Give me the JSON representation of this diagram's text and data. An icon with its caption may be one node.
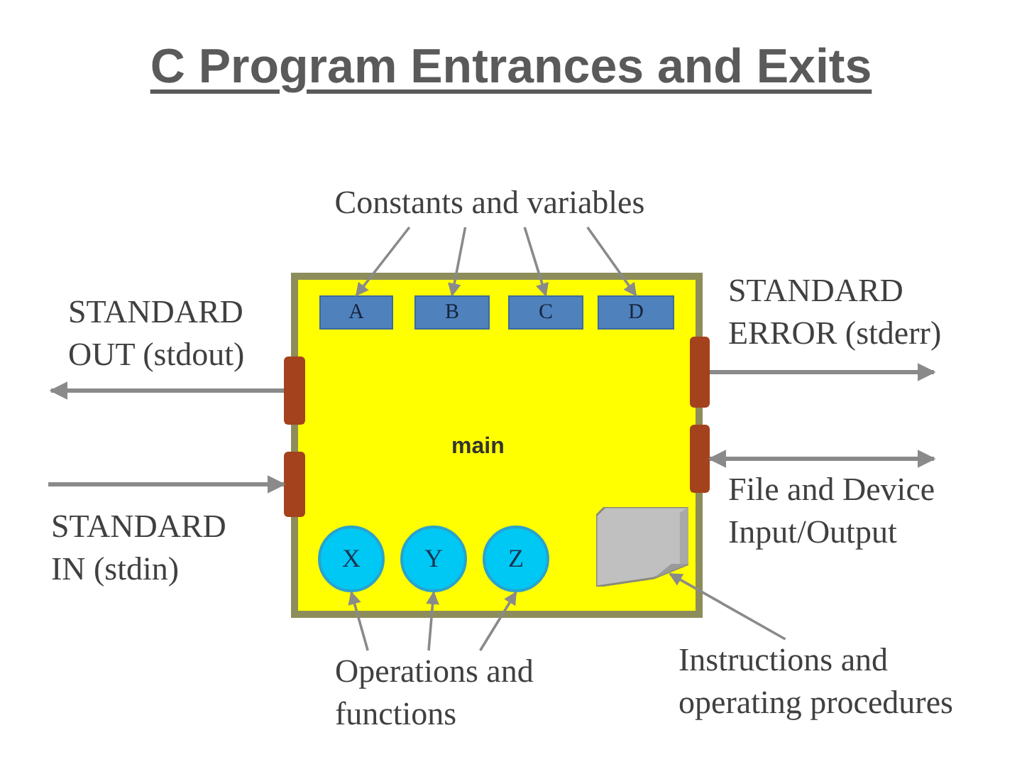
{
  "diagram": {
    "title": "C Program Entrances and Exits",
    "nodes": [
      {
        "text": [
          "Constants and variables"
        ]
      },
      {
        "text": [
          "main"
        ]
      },
      {
        "text": [
          "A"
        ],
        "in": 1
      },
      {
        "text": [
          "B"
        ],
        "in": 1
      },
      {
        "text": [
          "C"
        ],
        "in": 1
      },
      {
        "text": [
          "D"
        ],
        "in": 1
      },
      {
        "text": [
          "X"
        ],
        "in": 1
      },
      {
        "text": [
          "Y"
        ],
        "in": 1
      },
      {
        "text": [
          "Z"
        ],
        "in": 1
      },
      {
        "text": [],
        "shape": "document",
        "in": 1
      },
      {
        "text": [],
        "shape": "bar"
      },
      {
        "text": [],
        "shape": "bar"
      },
      {
        "text": [],
        "shape": "bar"
      },
      {
        "text": [],
        "shape": "bar"
      },
      {
        "text": [
          "Operations and functions"
        ]
      },
      {
        "text": [
          "Instructions and operating procedures"
        ]
      }
    ],
    "edges": [
      {
        "from": 0,
        "to": 2,
        "arrow": "to"
      },
      {
        "from": 0,
        "to": 3,
        "arrow": "to"
      },
      {
        "from": 0,
        "to": 4,
        "arrow": "to"
      },
      {
        "from": 0,
        "to": 5,
        "arrow": "to"
      },
      {
        "from": 10,
        "to": null,
        "arrow": "to",
        "label": "STANDARD OUT (stdout)"
      },
      {
        "from": null,
        "to": 11,
        "arrow": "to",
        "label": "STANDARD IN (stdin)"
      },
      {
        "from": 12,
        "to": null,
        "arrow": "to",
        "label": "STANDARD ERROR (stderr)"
      },
      {
        "from": 13,
        "to": null,
        "arrow": "both",
        "label": "File and Device Input/Output"
      },
      {
        "from": 14,
        "to": 6,
        "arrow": "to"
      },
      {
        "from": 14,
        "to": 7,
        "arrow": "to"
      },
      {
        "from": 14,
        "to": 8,
        "arrow": "to"
      },
      {
        "from": 15,
        "to": 9,
        "arrow": "to"
      }
    ]
  }
}
